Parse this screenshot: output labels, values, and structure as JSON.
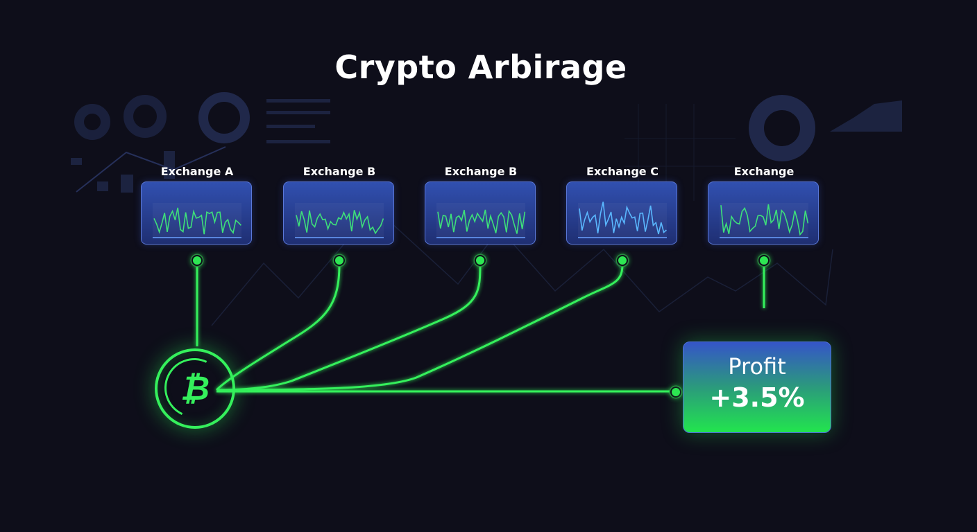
{
  "title": "Crypto Arbirage",
  "exchanges": [
    {
      "label": "Exchange A"
    },
    {
      "label": "Exchange B"
    },
    {
      "label": "Exchange B"
    },
    {
      "label": "Exchange C"
    },
    {
      "label": "Exchange"
    }
  ],
  "coin": {
    "symbol": "₿",
    "icon": "bitcoin-icon"
  },
  "profit": {
    "label": "Profit",
    "value": "+3.5%"
  },
  "colors": {
    "background": "#0e0e1a",
    "accent_green": "#35f05c",
    "card_blue": "#3150b0"
  }
}
